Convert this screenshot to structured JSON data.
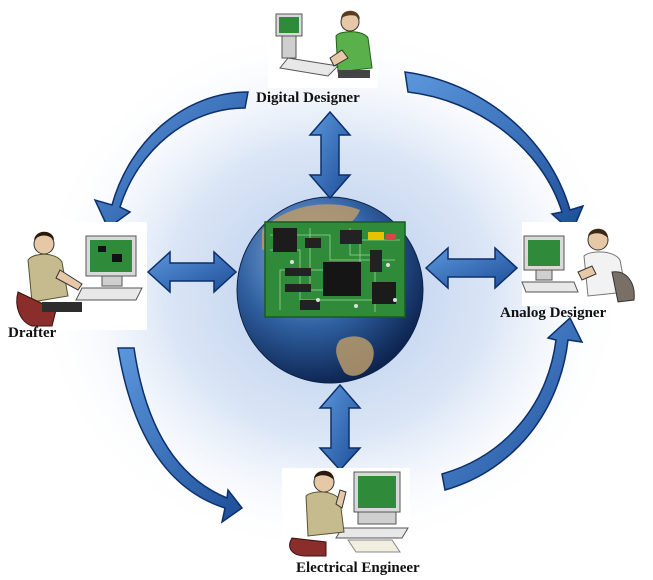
{
  "colors": {
    "arrow_fill": "#2f6fc0",
    "arrow_stroke": "#0d2f6b",
    "glow": "#c9d9f0",
    "board_green": "#2f8a3a",
    "globe_blue": "#24528f"
  },
  "center": {
    "icon": "globe-with-circuit-board-icon"
  },
  "roles": {
    "digital": {
      "label": "Digital Designer",
      "icon": "person-at-computer-icon"
    },
    "drafter": {
      "label": "Drafter",
      "icon": "person-at-computer-icon"
    },
    "analog": {
      "label": "Analog Designer",
      "icon": "person-at-computer-icon"
    },
    "electrical": {
      "label": "Electrical Engineer",
      "icon": "person-at-computer-icon"
    }
  }
}
